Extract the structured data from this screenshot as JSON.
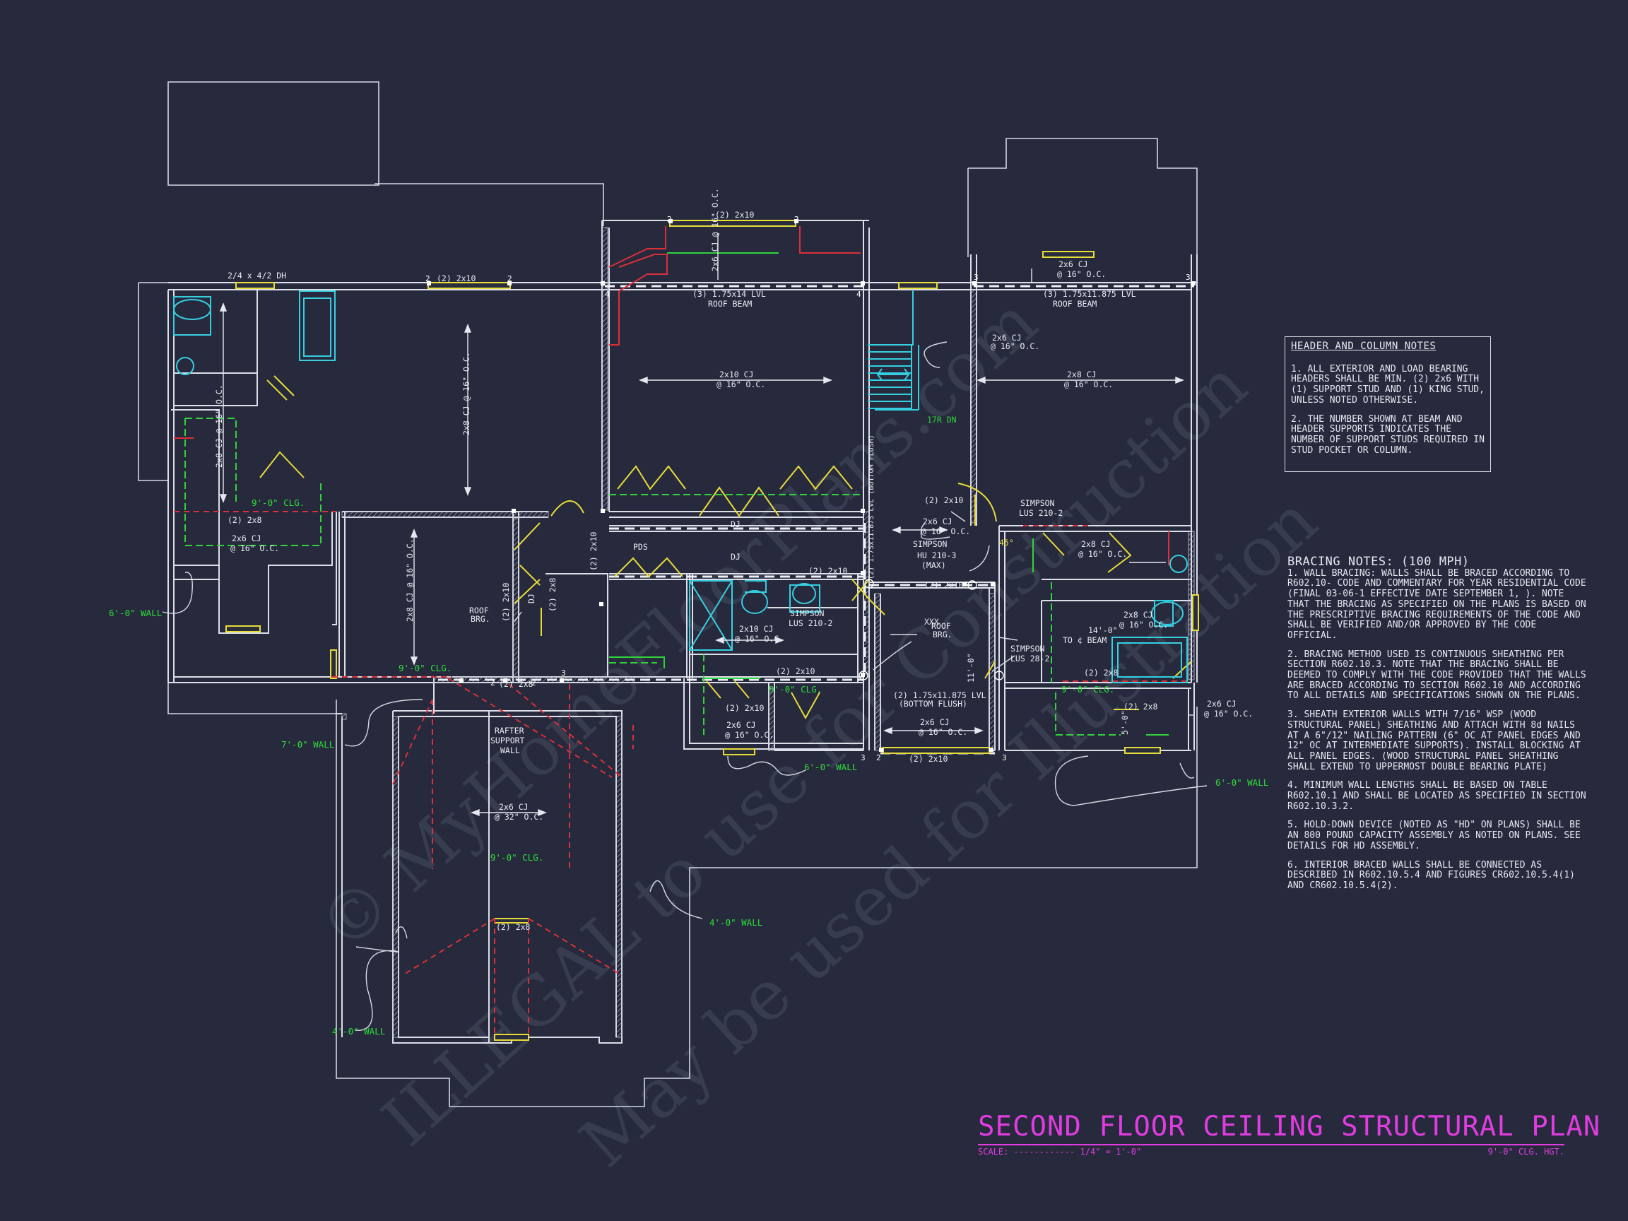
{
  "watermark": {
    "line1": "© MyHomeFloorPlans.com",
    "line2": "ILLEGAL to use for Construction",
    "line3": "May be used for Illustration"
  },
  "plan": {
    "title": "SECOND FLOOR CEILING STRUCTURAL PLAN",
    "scale_label": "SCALE:",
    "scale_dashes": "------------",
    "scale_value": "1/4\" = 1'-0\"",
    "ceiling_height": "9'-0\" CLG. HGT."
  },
  "header_notes": {
    "heading": "HEADER AND COLUMN NOTES",
    "items": [
      "1. ALL EXTERIOR AND LOAD BEARING HEADERS SHALL BE MIN. (2) 2x6 WITH (1) SUPPORT STUD AND (1) KING STUD, UNLESS NOTED OTHERWISE.",
      "2. THE NUMBER SHOWN AT BEAM AND HEADER SUPPORTS INDICATES THE NUMBER OF SUPPORT STUDS REQUIRED IN STUD POCKET OR COLUMN."
    ]
  },
  "bracing_notes": {
    "heading": "BRACING NOTES: (100 MPH)",
    "items": [
      "1. WALL BRACING: WALLS SHALL BE BRACED ACCORDING TO R602.10- CODE AND COMMENTARY FOR YEAR RESIDENTIAL CODE (FINAL 03-06-1 EFFECTIVE DATE SEPTEMBER 1, ). NOTE THAT THE BRACING AS SPECIFIED ON THE PLANS IS BASED ON THE PRESCRIPTIVE BRACING REQUIREMENTS OF THE CODE AND SHALL BE VERIFIED AND/OR APPROVED BY THE CODE OFFICIAL.",
      "2. BRACING METHOD USED IS CONTINUOUS SHEATHING PER SECTION R602.10.3. NOTE THAT THE BRACING SHALL BE DEEMED TO COMPLY WITH THE CODE PROVIDED THAT THE WALLS ARE BRACED ACCORDING TO SECTION R602.10 AND ACCORDING TO ALL DETAILS AND SPECIFICATIONS SHOWN ON THE PLANS.",
      "3. SHEATH EXTERIOR WALLS WITH 7/16\" WSP (WOOD STRUCTURAL PANEL) SHEATHING AND ATTACH WITH 8d NAILS AT A 6\"/12\" NAILING PATTERN (6\" OC AT PANEL EDGES AND 12\" OC AT INTERMEDIATE SUPPORTS). INSTALL BLOCKING AT ALL PANEL EDGES. (WOOD STRUCTURAL PANEL SHEATHING SHALL EXTEND TO UPPERMOST DOUBLE BEARING PLATE)",
      "4. MINIMUM WALL LENGTHS SHALL BE BASED ON TABLE R602.10.1 AND SHALL BE LOCATED AS SPECIFIED IN SECTION R602.10.3.2.",
      "5. HOLD-DOWN DEVICE (NOTED AS \"HD\" ON PLANS) SHALL BE AN 800 POUND CAPACITY ASSEMBLY AS NOTED ON PLANS. SEE DETAILS FOR HD ASSEMBLY.",
      "6. INTERIOR BRACED WALLS SHALL BE CONNECTED AS DESCRIBED IN R602.10.5.4 AND FIGURES CR602.10.5.4(1) AND CR602.10.5.4(2)."
    ]
  },
  "labels": {
    "dh_window": "2/4 x 4/2 DH",
    "hdr_2x10_top": "(2) 2x10",
    "hdr_2x10_top_mid": "(2) 2x10",
    "hdr_2x10_a": "(2) 2x10",
    "hdr_2x10_b": "(2) 2x10",
    "hdr_2x10_c": "(2) 2x10",
    "hdr_2x10_d": "(2) 2x10",
    "hdr_2x10_e": "(2) 2x10",
    "hdr_2x10_f": "(2) 2x10",
    "hdr_2x10_g": "(2) 2x10",
    "hdr_2x10_h": "(2) 2x10",
    "hdr_2x8_a": "(2) 2x8",
    "hdr_2x8_b": "(2) 2x8",
    "hdr_2x8_c": "(2) 2x8",
    "hdr_2x8_d": "(2) 2x8",
    "hdr_2x8_e": "(2) 2x8",
    "beam_left_1": "(3) 1.75x14 LVL",
    "beam_left_2": "ROOF BEAM",
    "beam_right_1": "(3) 1.75x11.875 LVL",
    "beam_right_2": "ROOF BEAM",
    "beam_small_1": "(2) 1.75x11.875 LVL",
    "beam_small_2": "(BOTTOM FLUSH)",
    "beam_vert": "(2) 1.75x11.875 LVL (BOTTOM FLUSH)",
    "cj_2x10_main_1": "2x10 CJ",
    "cj_2x10_main_2": "@ 16\" O.C.",
    "cj_2x8_right_1": "2x8 CJ",
    "cj_2x8_right_2": "@ 16\" O.C.",
    "cj_2x6_a_1": "2x6 CJ",
    "cj_2x6_a_2": "@ 16\" O.C.",
    "cj_2x6_b_1": "2x6 CJ",
    "cj_2x6_b_2": "@ 16\" O.C.",
    "cj_2x6_c_1": "2x6 CJ",
    "cj_2x6_c_2": "@ 16\" O.C.",
    "cj_2x6_d_1": "2x6 CJ",
    "cj_2x6_d_2": "@ 16\" O.C.",
    "cj_2x6_e_1": "2x6 CJ",
    "cj_2x6_e_2": "@ 16\" O.C.",
    "cj_2x6_f_1": "2x6 CJ",
    "cj_2x6_f_2": "@ 16\" O.C.",
    "cj_2x6_g_1": "2x6 CJ",
    "cj_2x6_g_2": "@ 16\" O.C.",
    "cj_2x6_porch_1": "2x6 CJ",
    "cj_2x6_porch_2": "@ 32\" O.C.",
    "cj_2x8_v_left": "2x8 CJ @ 16\" O.C.",
    "cj_2x8_v_mid": "2x8 CJ @ 16\" O.C.",
    "cj_2x8_v_lower": "2x8 CJ @ 16\" O.C.",
    "cj_2x6_v_top": "2x6 CJ @ 16\" O.C.",
    "cj_2x10_bath_1": "2x10 CJ",
    "cj_2x10_bath_2": "@ 16\" O.C.",
    "cj_2x8_rbath_1": "2x8 CJ",
    "cj_2x8_rbath_2": "@ 16\" O.C.",
    "cj_2x8_rbed_1": "2x8 CJ",
    "cj_2x8_rbed_2": "@ 16\" O.C.",
    "dj_1": "DJ",
    "dj_2": "DJ",
    "dj_3": "DJ",
    "pds": "PDS",
    "stair": "17R DN",
    "roof_brg_1": "ROOF",
    "roof_brg_2": "BRG.",
    "roof_brg_3": "ROOF",
    "roof_brg_4": "BRG.",
    "simpson_a_1": "SIMPSON",
    "simpson_a_2": "LUS 210-2",
    "simpson_b_1": "SIMPSON",
    "simpson_b_2": "HU 210-3",
    "simpson_b_3": "(MAX)",
    "simpson_c_1": "SIMPSON",
    "simpson_c_2": "LUS 210-2",
    "simpson_d_1": "SIMPSON",
    "simpson_d_2": "LUS 28-2",
    "rafter_1": "RAFTER",
    "rafter_2": "SUPPORT",
    "rafter_3": "WALL",
    "to_beam_1": "14'-0\"",
    "to_beam_2": "TO ¢ BEAM",
    "angle_45": "45°",
    "dim_11": "11'-0\"",
    "dim_5": "5'-0\"",
    "stair_x": "XXX",
    "wall_6_left": "6'-0\" WALL",
    "wall_7": "7'-0\" WALL",
    "wall_4_a": "4'-0\" WALL",
    "wall_4_b": "4'-0\" WALL",
    "wall_6_mid": "6'-0\" WALL",
    "wall_6_right": "6'-0\" WALL",
    "clg_9_a": "9'-0\" CLG.",
    "clg_9_b": "9'-0\" CLG.",
    "clg_9_c": "9'-0\" CLG.",
    "clg_9_d": "9'-0\" CLG.",
    "clg_9_e": "9'-0\" CLG.",
    "stud_2": "2",
    "stud_3": "3",
    "stud_4": "4"
  }
}
